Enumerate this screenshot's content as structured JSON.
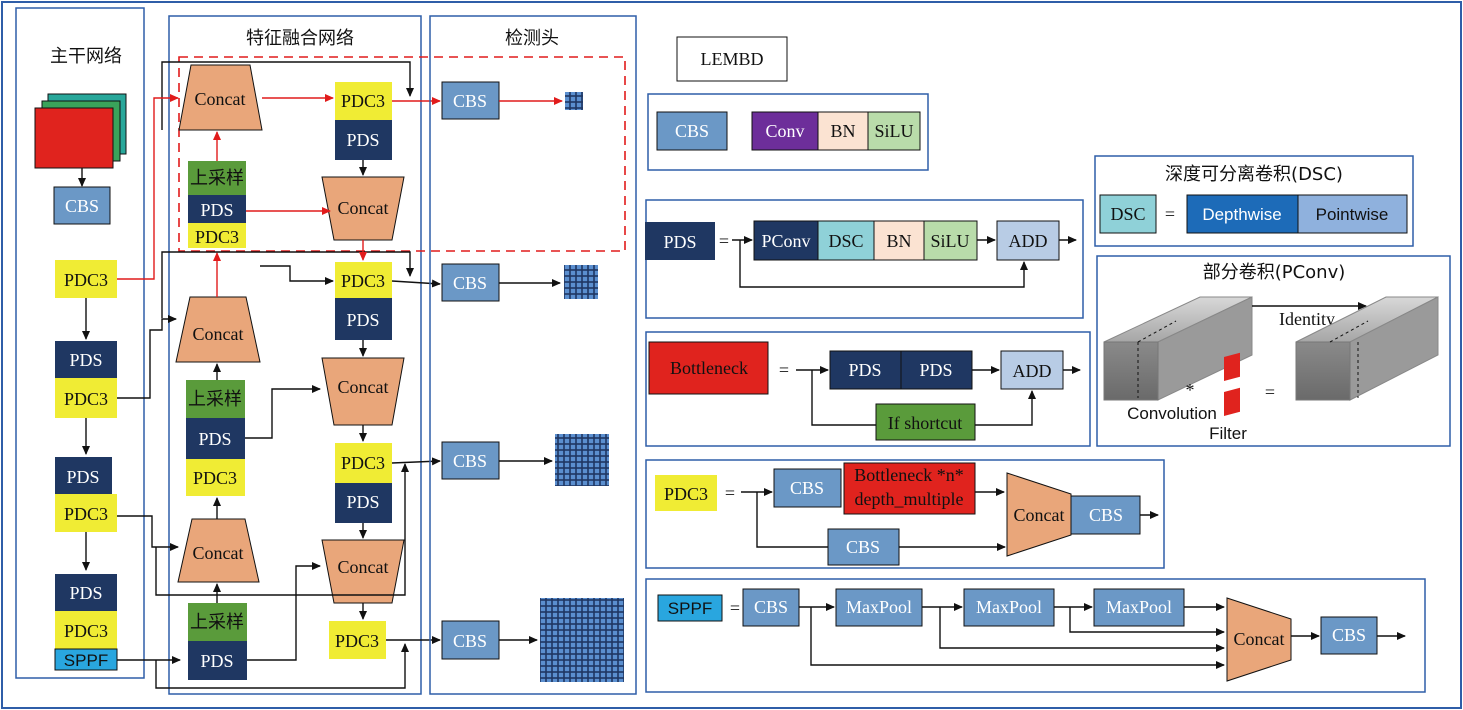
{
  "colors": {
    "cbs": "#6b98c6",
    "pds": "#1f3762",
    "pdc3": "#f0ec34",
    "upsample": "#5a9b3b",
    "concat": "#e9a67a",
    "sppf": "#29a6df",
    "bottleneck": "#e0231e",
    "conv": "#6d2e9a",
    "bn": "#fbe3d2",
    "silu": "#b9dcaa",
    "dsc": "#8fd1d8",
    "add": "#b8cce5",
    "depthwise": "#1d6bb8",
    "pointwise": "#8fb1dd",
    "frame": "#2f5ea8",
    "red_arrow": "#e11b1b"
  },
  "sections": {
    "backbone": "主干网络",
    "neck": "特征融合网络",
    "head": "检测头"
  },
  "labels": {
    "cbs": "CBS",
    "pds": "PDS",
    "pdc3": "PDC3",
    "concat": "Concat",
    "upsample": "上采样",
    "sppf": "SPPF"
  },
  "legend": {
    "lembd": "LEMBD",
    "cbs_def": {
      "name": "CBS",
      "parts": [
        "Conv",
        "BN",
        "SiLU"
      ]
    },
    "pds_def": {
      "name": "PDS",
      "eq": "=",
      "parts": [
        "PConv",
        "DSC",
        "BN",
        "SiLU"
      ],
      "add": "ADD"
    },
    "bottleneck_def": {
      "name": "Bottleneck",
      "eq": "=",
      "parts": [
        "PDS",
        "PDS"
      ],
      "add": "ADD",
      "shortcut": "If shortcut"
    },
    "pdc3_def": {
      "name": "PDC3",
      "eq": "=",
      "cbs": "CBS",
      "bneck_line1": "Bottleneck *n*",
      "bneck_line2": "depth_multiple",
      "concat": "Concat",
      "cbs2": "CBS"
    },
    "sppf_def": {
      "name": "SPPF",
      "eq": "=",
      "cbs": "CBS",
      "pools": [
        "MaxPool",
        "MaxPool",
        "MaxPool"
      ],
      "concat": "Concat",
      "cbs2": "CBS"
    },
    "dsc_def": {
      "title": "深度可分离卷积(DSC)",
      "name": "DSC",
      "eq": "=",
      "parts": [
        "Depthwise",
        "Pointwise"
      ]
    },
    "pconv_def": {
      "title": "部分卷积(PConv)",
      "identity": "Identity",
      "star": "*",
      "conv": "Convolution",
      "filter": "Filter",
      "eq": "="
    }
  }
}
